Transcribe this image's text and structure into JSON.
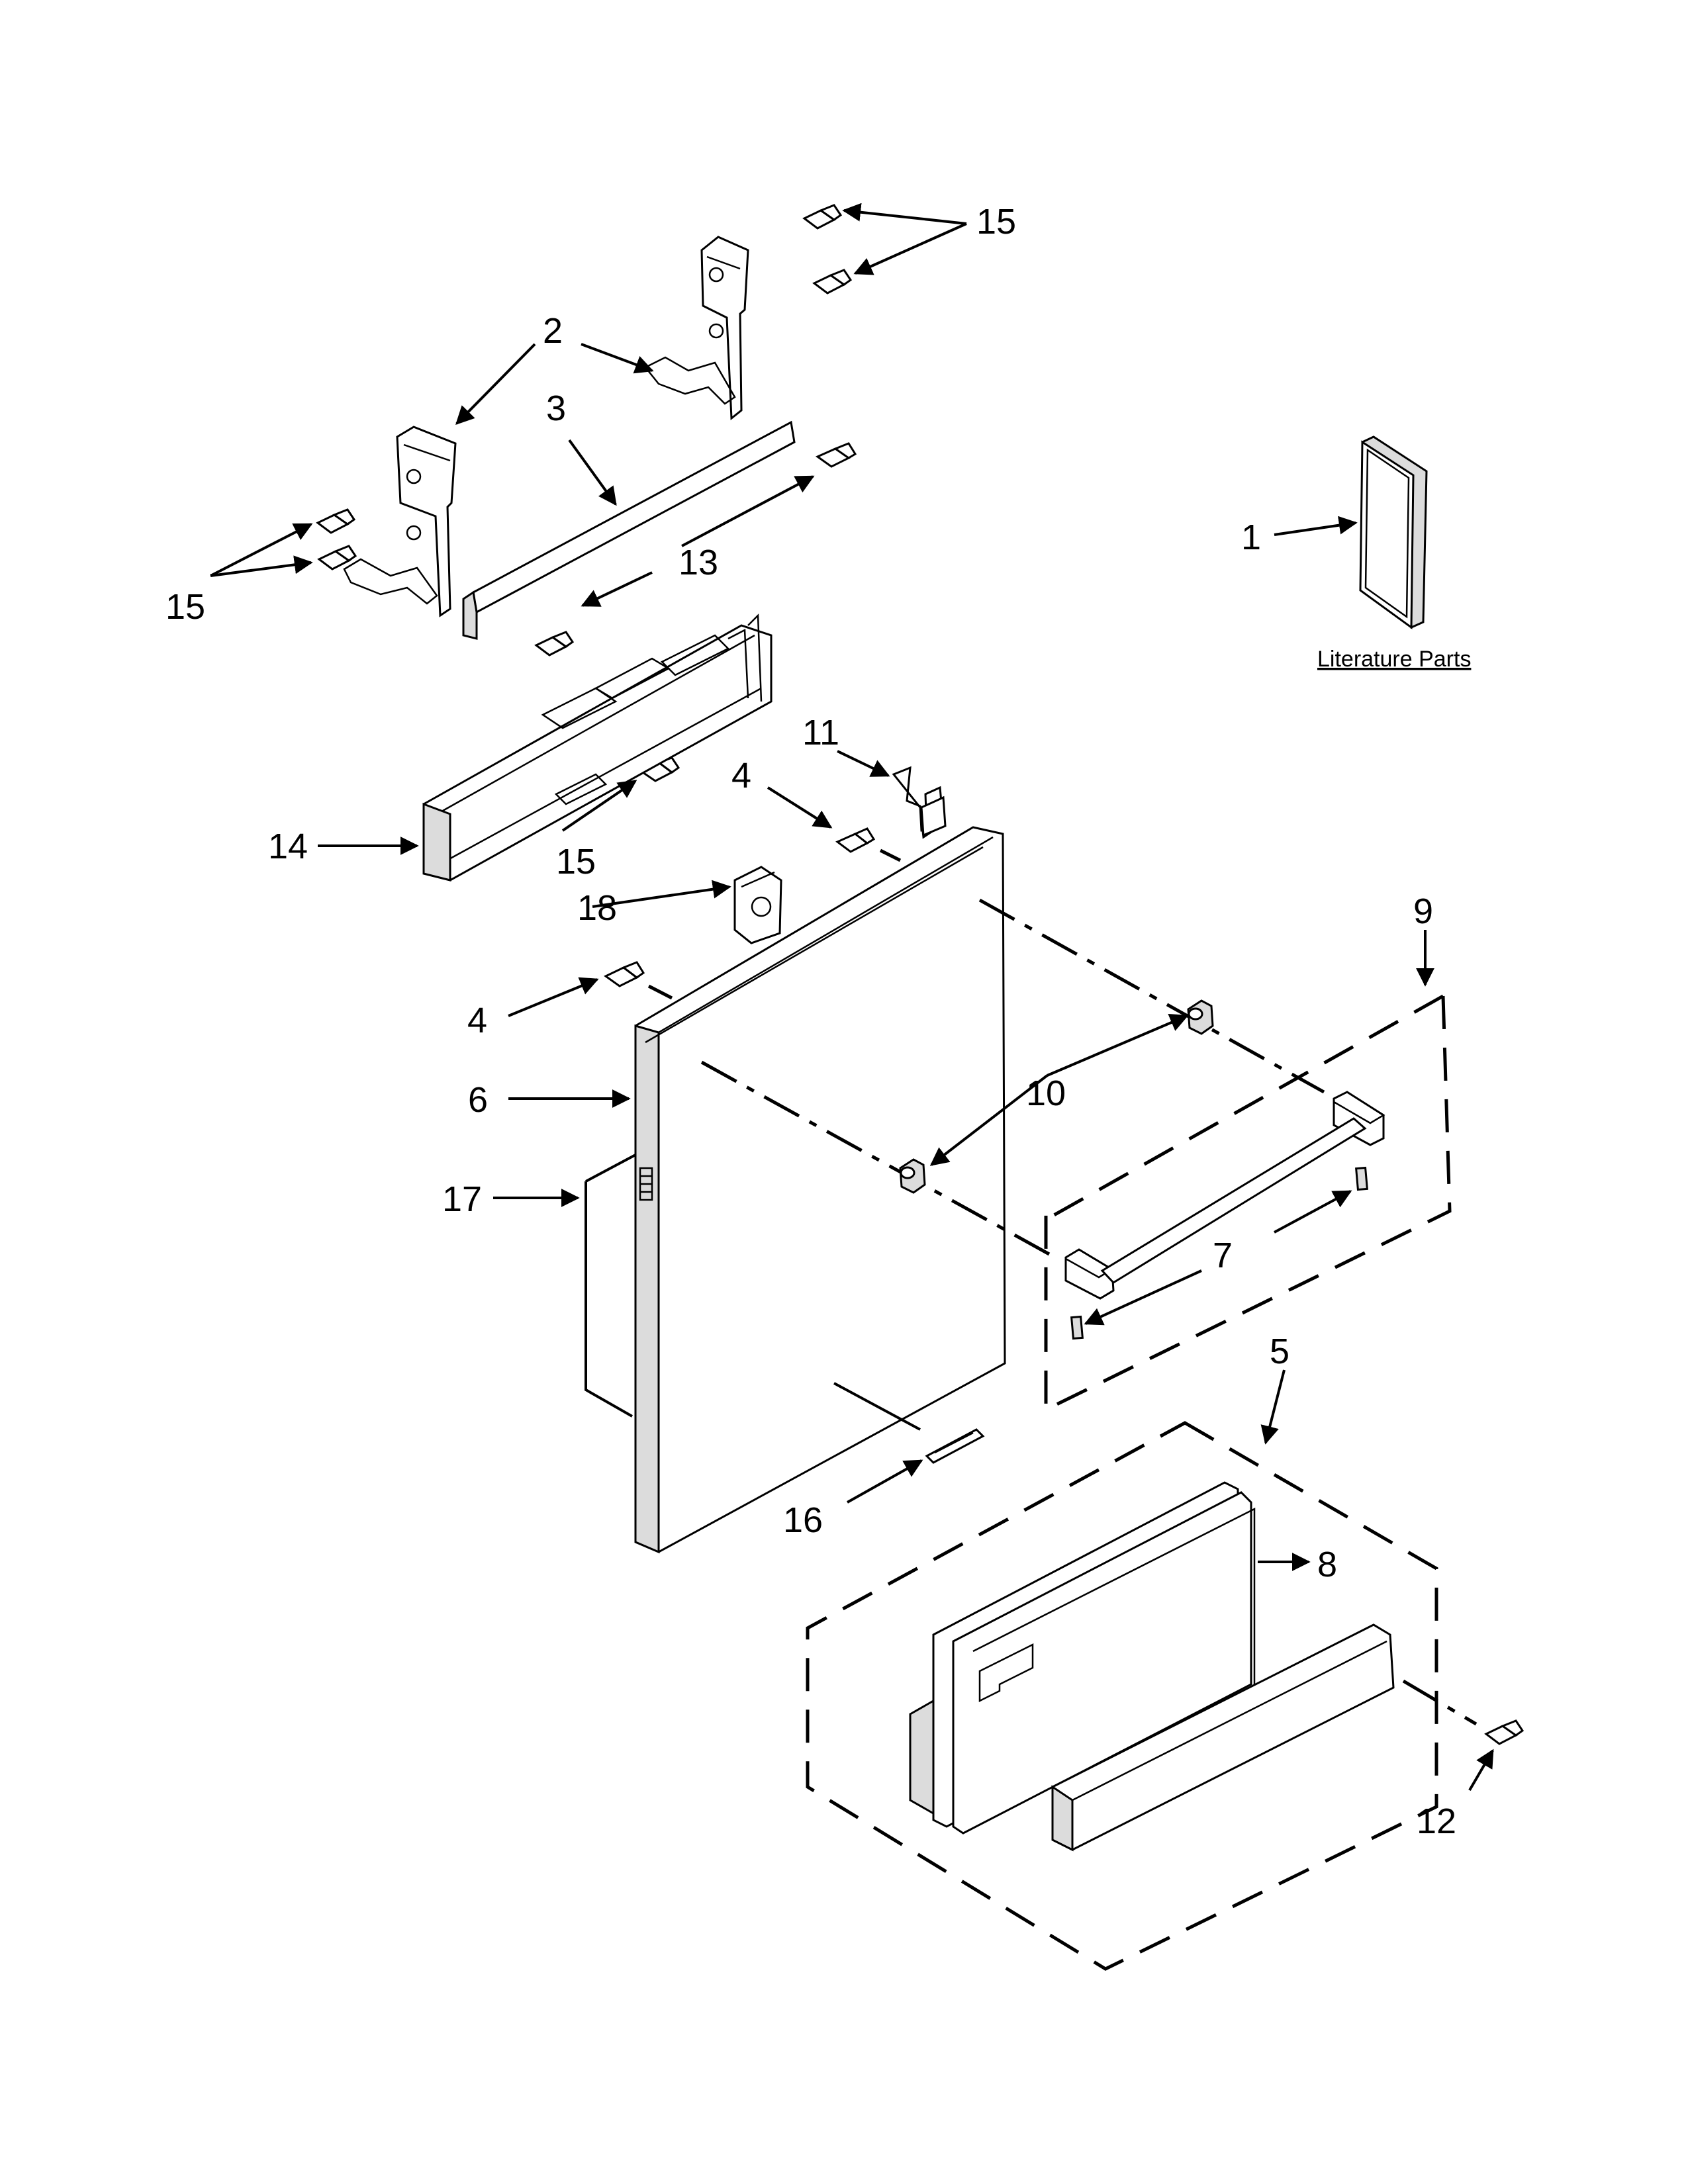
{
  "callouts": {
    "c1": "1",
    "c2": "2",
    "c3": "3",
    "c4a": "4",
    "c4b": "4",
    "c5": "5",
    "c6": "6",
    "c7": "7",
    "c8": "8",
    "c9": "9",
    "c10": "10",
    "c11": "11",
    "c12": "12",
    "c13": "13",
    "c14": "14",
    "c15a": "15",
    "c15b": "15",
    "c15c": "15",
    "c16": "16",
    "c17": "17",
    "c18": "18"
  },
  "literature_label": "Literature Parts"
}
